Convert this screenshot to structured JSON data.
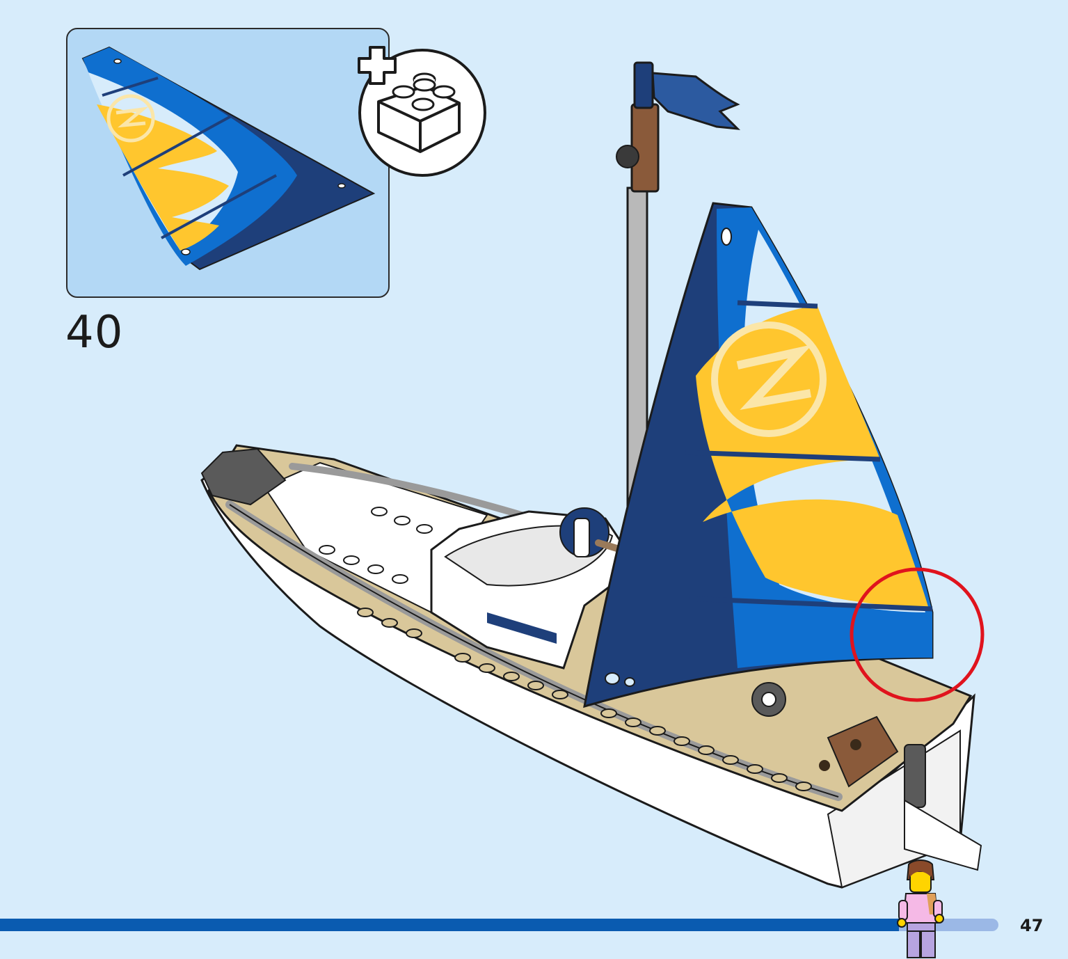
{
  "step": {
    "number": "40"
  },
  "page": {
    "number": "47"
  },
  "progress": {
    "fraction": 0.9
  },
  "icons": {
    "parts_callout": "sail-piece-icon",
    "extra_brick": "add-brick-icon",
    "minifigure": "minifigure-icon"
  },
  "colors": {
    "background": "#d7ecfb",
    "callout": "#b3d8f5",
    "sail_dark_blue": "#1e3f7a",
    "sail_blue": "#0f6fcf",
    "sail_yellow": "#ffc62e",
    "highlight_circle": "#e0131d",
    "progress_fill": "#0a5bb0",
    "progress_track": "#9bb8e6"
  }
}
